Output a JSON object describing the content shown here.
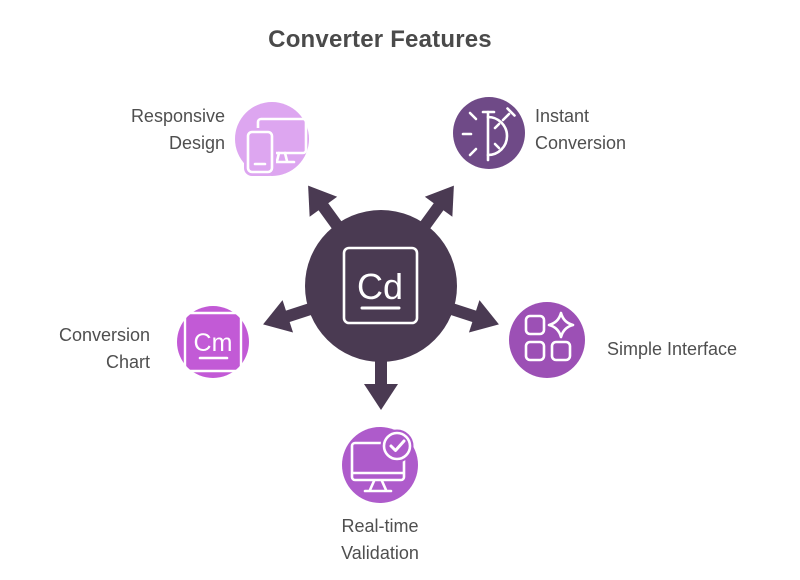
{
  "title": "Converter Features",
  "colors": {
    "hub": "#4a3a52",
    "arrow": "#4a3a52",
    "title_text": "#4a4a4a",
    "label_text": "#4f4f4f",
    "icon_stroke": "#ffffff"
  },
  "hub": {
    "symbol": "Cd"
  },
  "nodes": [
    {
      "id": "responsive-design",
      "line1": "Responsive",
      "line2": "Design",
      "color": "#dda6f0",
      "icon": "devices-icon"
    },
    {
      "id": "instant-conversion",
      "line1": "Instant",
      "line2": "Conversion",
      "color": "#6f4a87",
      "icon": "stopwatch-icon"
    },
    {
      "id": "conversion-chart",
      "line1": "Conversion",
      "line2": "Chart",
      "color": "#c25ad6",
      "icon": "cm-symbol-icon",
      "symbol": "Cm"
    },
    {
      "id": "simple-interface",
      "line1": "Simple Interface",
      "line2": "",
      "color": "#9c50b5",
      "icon": "apps-sparkle-icon"
    },
    {
      "id": "real-time-validation",
      "line1": "Real-time",
      "line2": "Validation",
      "color": "#ae5bcb",
      "icon": "monitor-check-icon"
    }
  ]
}
